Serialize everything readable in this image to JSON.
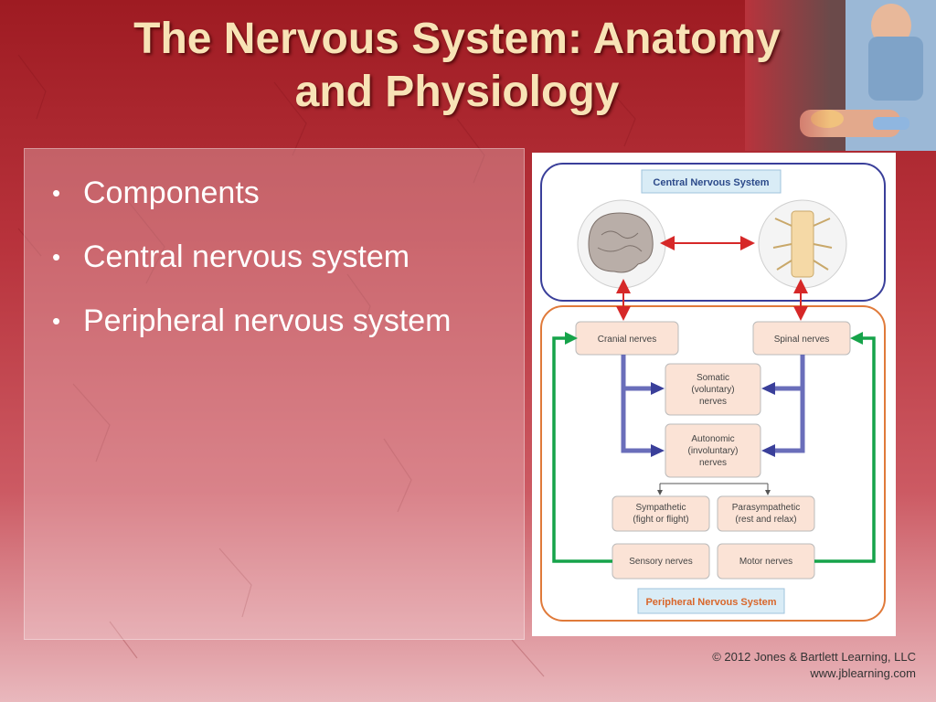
{
  "slide": {
    "title_line1": "The Nervous System: Anatomy",
    "title_line2": "and Physiology",
    "bullets": [
      "Components",
      "Central nervous system",
      "Peripheral nervous system"
    ],
    "bullet_glyph": "•"
  },
  "diagram": {
    "cns_label": "Central Nervous System",
    "pns_label": "Peripheral Nervous System",
    "cranial": "Cranial nerves",
    "spinal": "Spinal nerves",
    "somatic": [
      "Somatic",
      "(voluntary)",
      "nerves"
    ],
    "autonomic": [
      "Autonomic",
      "(involuntary)",
      "nerves"
    ],
    "sympathetic": [
      "Sympathetic",
      "(fight or flight)"
    ],
    "parasympathetic": [
      "Parasympathetic",
      "(rest and relax)"
    ],
    "sensory": "Sensory nerves",
    "motor": "Motor nerves"
  },
  "footer": {
    "copyright": "© 2012 Jones & Bartlett Learning, LLC",
    "url": "www.jblearning.com"
  },
  "colors": {
    "cns_border": "#3a3f9a",
    "pns_border": "#e07a3a",
    "sensory_arrow": "#16a34a",
    "branch_arrow": "#5a5fb3",
    "link_arrow": "#d62828",
    "box_fill": "#fbe3d6",
    "title": "#f8e3b6"
  },
  "icons": [
    "brain-icon",
    "spinal-cord-icon",
    "paramedic-photo"
  ]
}
